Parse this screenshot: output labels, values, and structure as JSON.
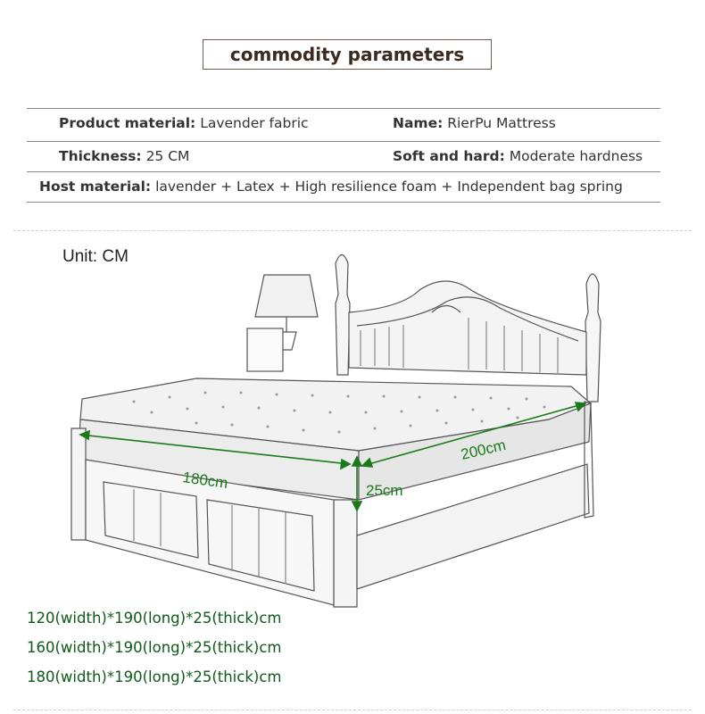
{
  "title": "commodity parameters",
  "specs": {
    "material_label": "Product material:",
    "material_value": "Lavender fabric",
    "name_label": "Name:",
    "name_value": "RierPu Mattress",
    "thickness_label": "Thickness:",
    "thickness_value": "25 CM",
    "hardness_label": "Soft and hard:",
    "hardness_value": "Moderate hardness",
    "host_label": "Host material:",
    "host_value": "lavender + Latex + High resilience foam + Independent bag spring"
  },
  "unit_label": "Unit: CM",
  "dimensions": {
    "width": "180cm",
    "length": "200cm",
    "thickness": "25cm"
  },
  "sizes": [
    "120(width)*190(long)*25(thick)cm",
    "160(width)*190(long)*25(thick)cm",
    "180(width)*190(long)*25(thick)cm"
  ],
  "colors": {
    "dimension_green": "#1a7a1a",
    "size_text_green": "#0f5a1a",
    "title_border": "#6a5a50"
  }
}
